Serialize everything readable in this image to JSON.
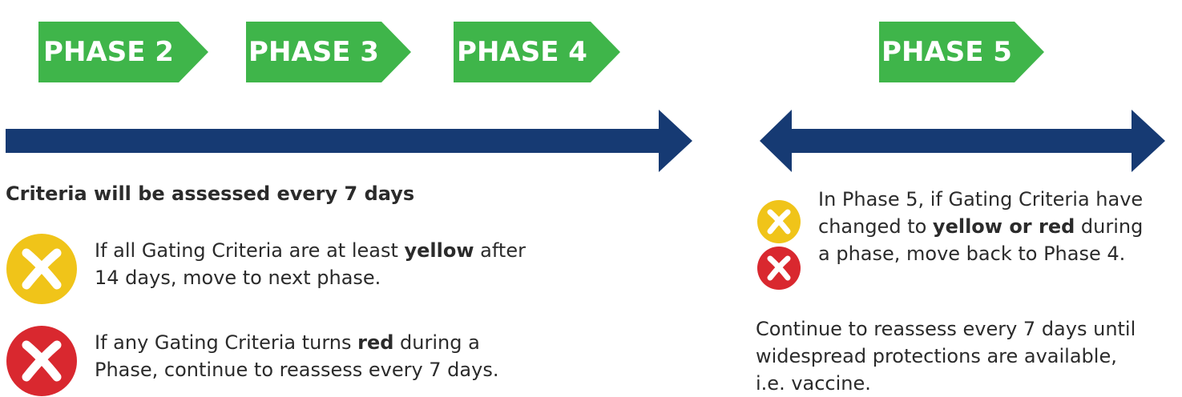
{
  "phases": {
    "p2": "PHASE 2",
    "p3": "PHASE 3",
    "p4": "PHASE 4",
    "p5": "PHASE 5"
  },
  "colors": {
    "phase_green": "#3fb54a",
    "arrow_navy": "#163a73",
    "yellow": "#f0c419",
    "red": "#d9282f"
  },
  "left": {
    "heading": "Criteria will be assessed every 7 days",
    "yellow_text": {
      "pre": "If all Gating Criteria are at least ",
      "bold": "yellow",
      "post1": " after",
      "line2": "14 days, move to next phase."
    },
    "red_text": {
      "pre": "If any Gating Criteria turns ",
      "bold": "red",
      "post1": " during a",
      "line2": "Phase, continue to reassess every 7 days."
    }
  },
  "right": {
    "criteria_text": {
      "line1": "In Phase 5, if Gating Criteria have",
      "line2_pre": "changed to ",
      "line2_bold": "yellow or red",
      "line2_post": " during",
      "line3": "a phase, move back to Phase 4."
    },
    "continue_text": {
      "line1": "Continue to reassess every 7 days until",
      "line2": "widespread protections are available,",
      "line3": "i.e. vaccine."
    }
  }
}
